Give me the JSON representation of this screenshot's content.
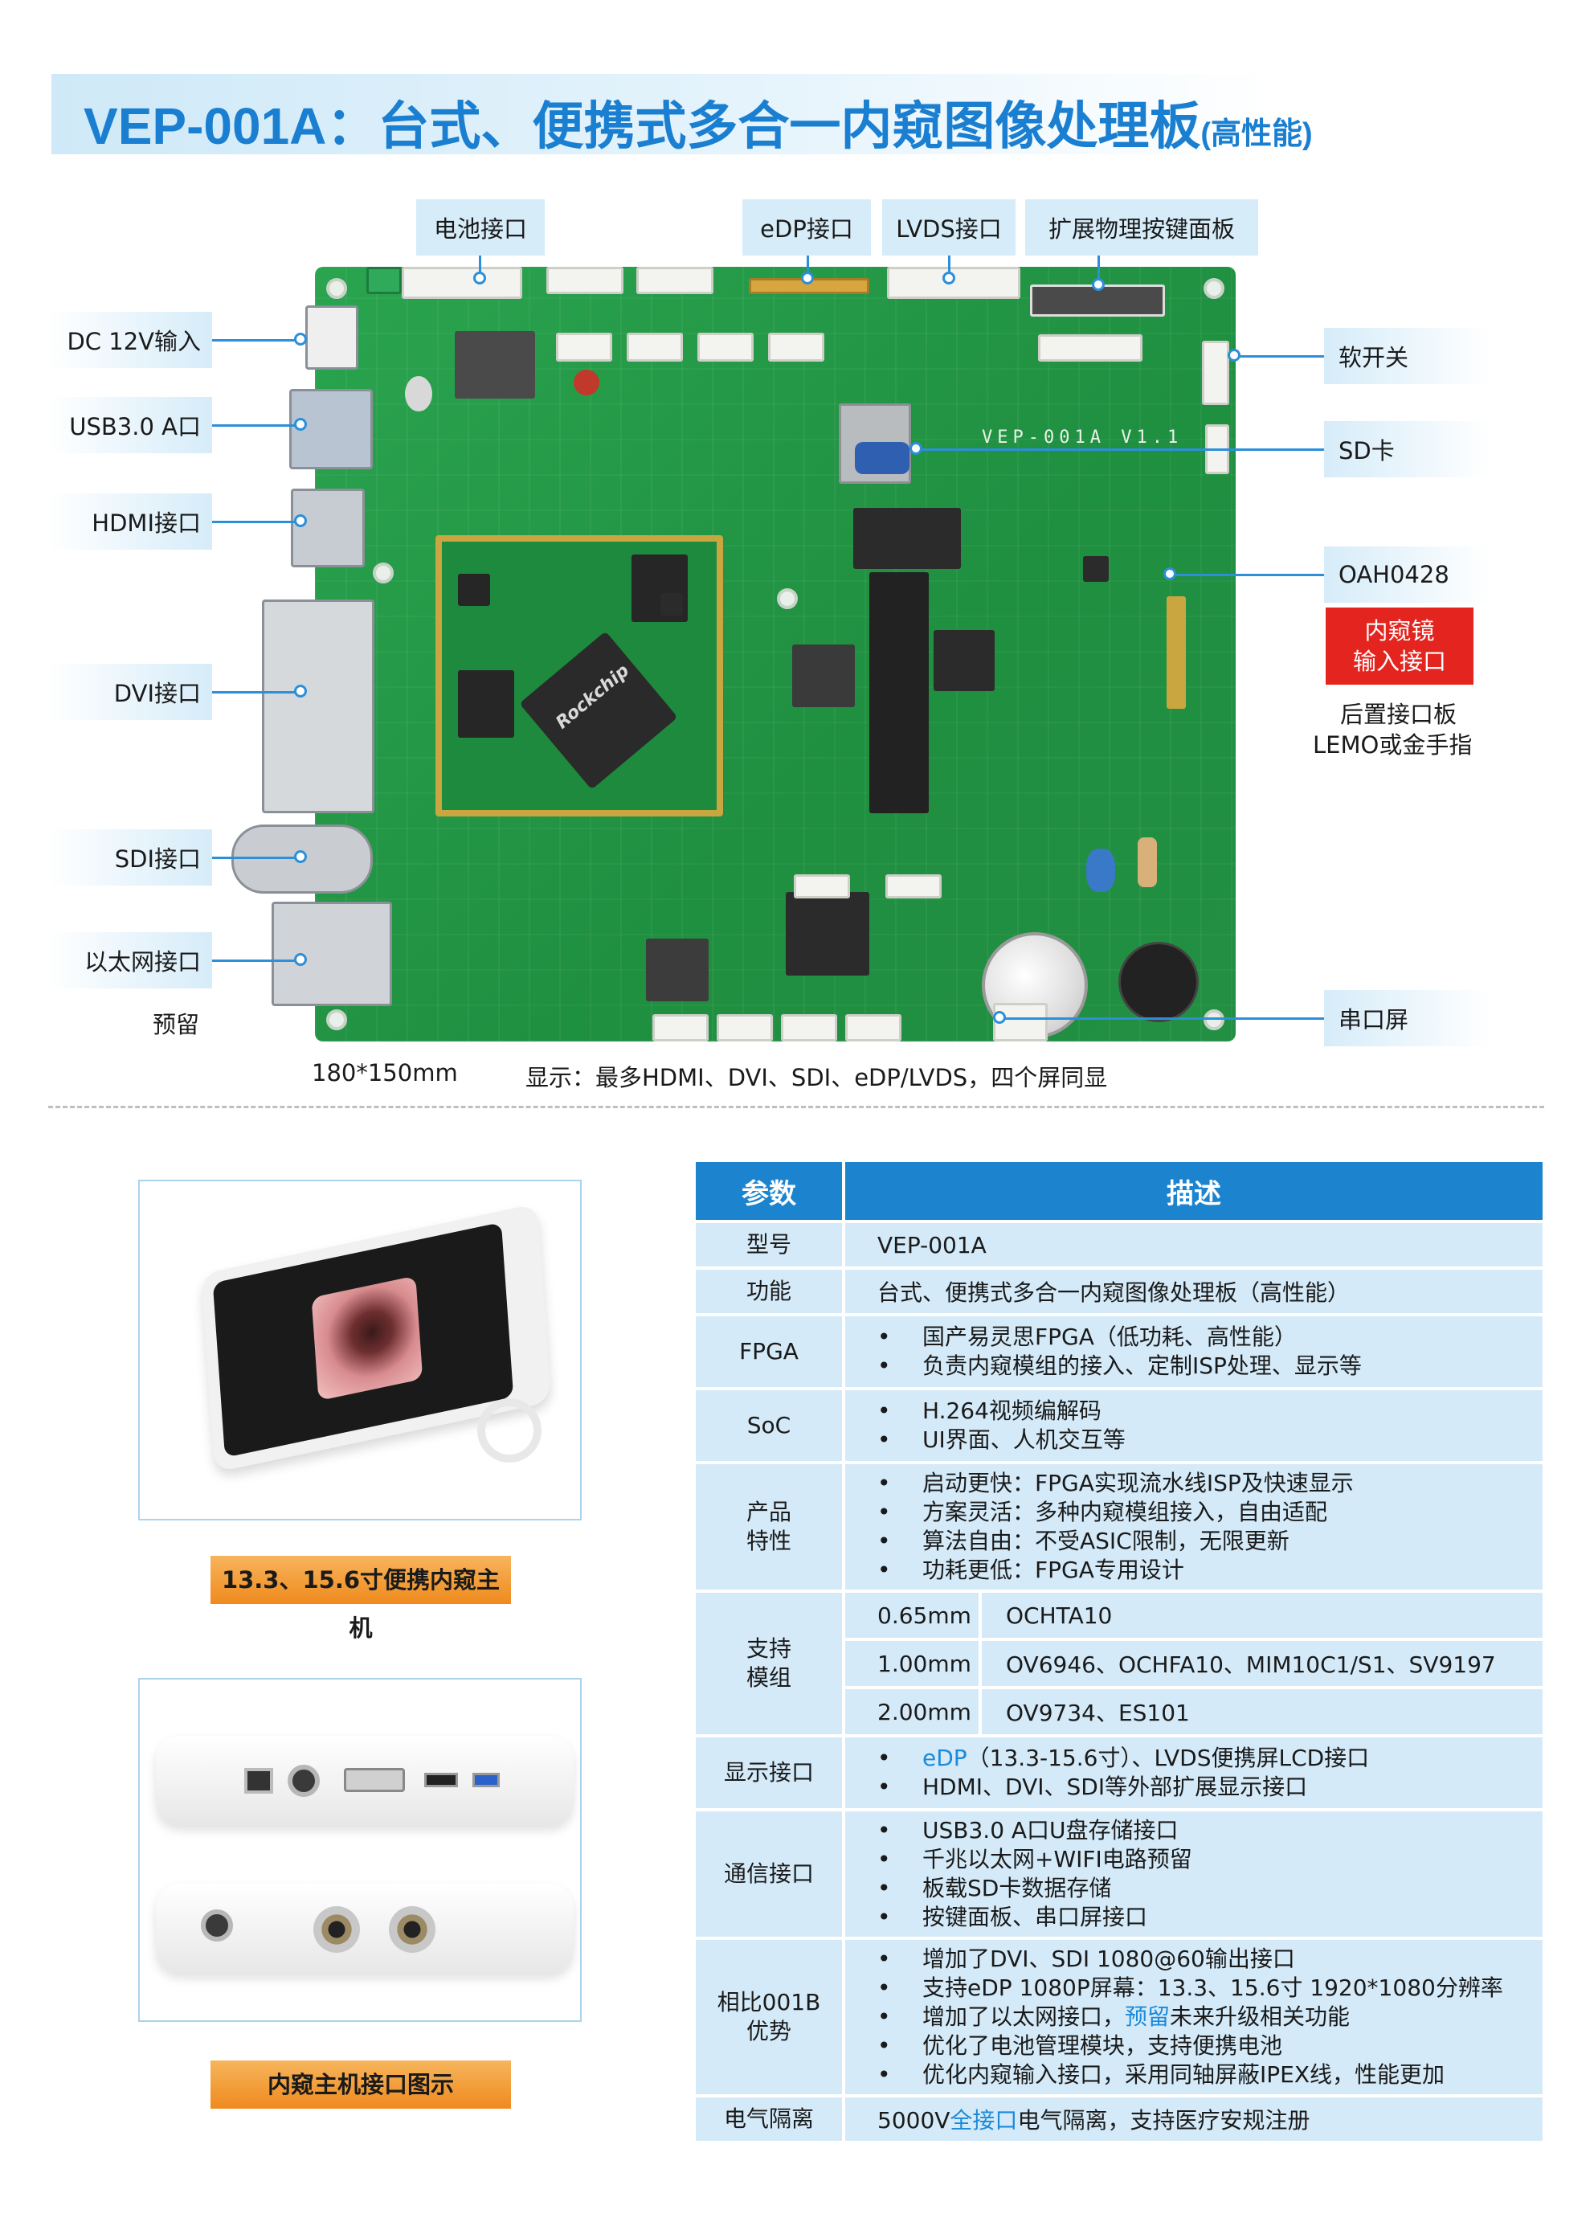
{
  "title": {
    "main": "VEP-001A：台式、便携式多合一内窥图像处理板",
    "suffix": "(高性能)"
  },
  "board": {
    "silkscreen": "VEP-001A V1.1",
    "chip_text": "Rockchip",
    "top_labels": [
      "电池接口",
      "eDP接口",
      "LVDS接口",
      "扩展物理按键面板"
    ],
    "left_labels": [
      "DC 12V输入",
      "USB3.0 A口",
      "HDMI接口",
      "DVI接口",
      "SDI接口",
      "以太网接口"
    ],
    "left_note": "预留",
    "right_labels": [
      "软开关",
      "SD卡",
      "OAH0428",
      "串口屏"
    ],
    "red_box": {
      "line1": "内窥镜",
      "line2": "输入接口"
    },
    "right_note": {
      "line1": "后置接口板",
      "line2": "LEMO或金手指"
    },
    "size": "180*150mm",
    "display_note": "显示：最多HDMI、DVI、SDI、eDP/LVDS，四个屏同显"
  },
  "photos": {
    "caption1": "13.3、15.6寸便携内窥主机",
    "caption2": "内窥主机接口图示"
  },
  "colors": {
    "accent": "#1c84cf",
    "title": "#1a7fd0",
    "row_bg": "#d4eaf8",
    "caption": "#ef8a1e",
    "red": "#e4251f",
    "pcb": "#239a47"
  },
  "table": {
    "headers": [
      "参数",
      "描述"
    ],
    "model": {
      "param": "型号",
      "value": "VEP-001A"
    },
    "function": {
      "param": "功能",
      "value": "台式、便携式多合一内窥图像处理板（高性能）"
    },
    "fpga": {
      "param": "FPGA",
      "items": [
        "国产易灵思FPGA（低功耗、高性能）",
        "负责内窥模组的接入、定制ISP处理、显示等"
      ]
    },
    "soc": {
      "param": "SoC",
      "items": [
        "H.264视频编解码",
        "UI界面、人机交互等"
      ]
    },
    "features": {
      "param1": "产品",
      "param2": "特性",
      "items": [
        "启动更快：FPGA实现流水线ISP及快速显示",
        "方案灵活：多种内窥模组接入，自由适配",
        "算法自由：不受ASIC限制，无限更新",
        "功耗更低：FPGA专用设计"
      ]
    },
    "modules": {
      "param1": "支持",
      "param2": "模组",
      "rows": [
        {
          "size": "0.65mm",
          "models": "OCHTA10"
        },
        {
          "size": "1.00mm",
          "models": "OV6946、OCHFA10、MIM10C1/S1、SV9197"
        },
        {
          "size": "2.00mm",
          "models": "OV9734、ES101"
        }
      ]
    },
    "display": {
      "param": "显示接口",
      "item1_hl": "eDP",
      "item1_rest": "（13.3-15.6寸）、LVDS便携屏LCD接口",
      "item2": "HDMI、DVI、SDI等外部扩展显示接口"
    },
    "comm": {
      "param": "通信接口",
      "items": [
        "USB3.0 A口U盘存储接口",
        "千兆以太网+WIFI电路预留",
        "板载SD卡数据存储",
        "按键面板、串口屏接口"
      ]
    },
    "adv": {
      "param1": "相比001B",
      "param2": "优势",
      "item1": "增加了DVI、SDI 1080@60输出接口",
      "item2": "支持eDP 1080P屏幕：13.3、15.6寸 1920*1080分辨率",
      "item3_a": "增加了以太网接口，",
      "item3_hl": "预留",
      "item3_b": "未来升级相关功能",
      "item4": "优化了电池管理模块，支持便携电池",
      "item5": "优化内窥输入接口，采用同轴屏蔽IPEX线，性能更加"
    },
    "isolation": {
      "param": "电气隔离",
      "a": "5000V",
      "hl": "全接口",
      "b": "电气隔离，支持医疗安规注册"
    }
  }
}
